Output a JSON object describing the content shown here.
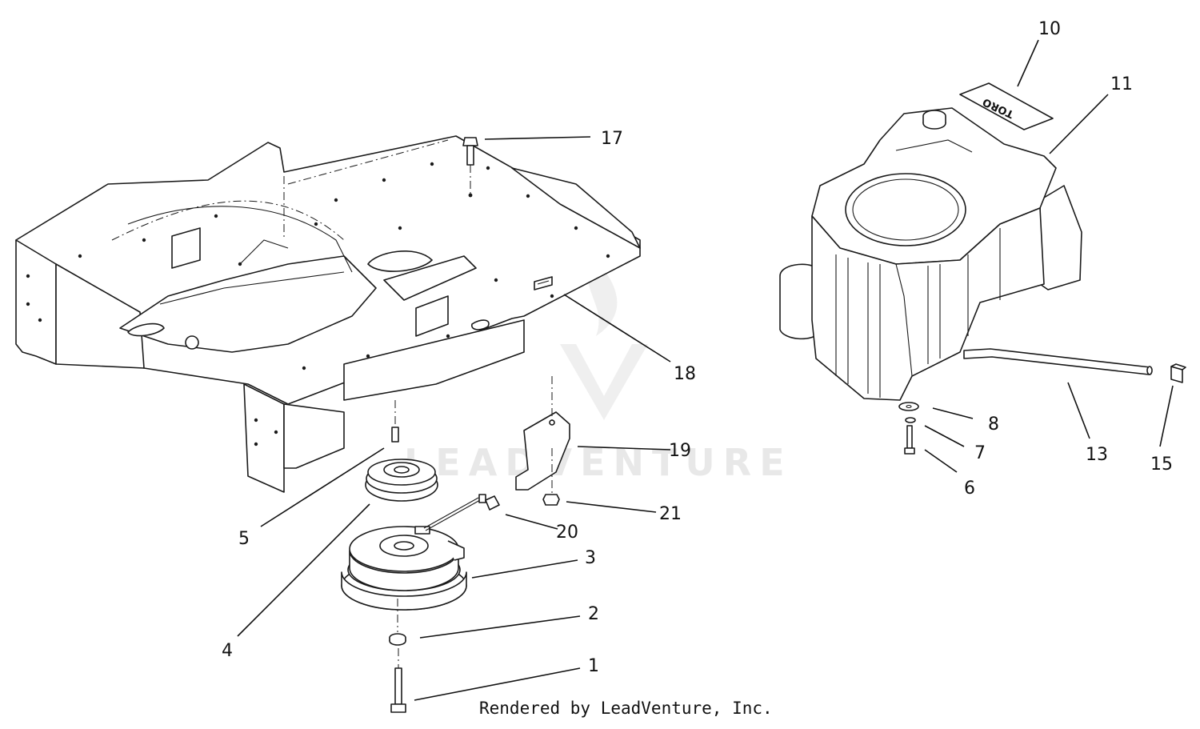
{
  "footer_text": "Rendered by LeadVenture, Inc.",
  "watermark_text": "LEADVENTURE",
  "decal_text": "TORO",
  "callouts": [
    {
      "id": "1",
      "label": "1"
    },
    {
      "id": "2",
      "label": "2"
    },
    {
      "id": "3",
      "label": "3"
    },
    {
      "id": "4",
      "label": "4"
    },
    {
      "id": "5",
      "label": "5"
    },
    {
      "id": "6",
      "label": "6"
    },
    {
      "id": "7",
      "label": "7"
    },
    {
      "id": "8",
      "label": "8"
    },
    {
      "id": "10",
      "label": "10"
    },
    {
      "id": "11",
      "label": "11"
    },
    {
      "id": "13",
      "label": "13"
    },
    {
      "id": "15",
      "label": "15"
    },
    {
      "id": "17",
      "label": "17"
    },
    {
      "id": "18",
      "label": "18"
    },
    {
      "id": "19",
      "label": "19"
    },
    {
      "id": "20",
      "label": "20"
    },
    {
      "id": "21",
      "label": "21"
    }
  ]
}
